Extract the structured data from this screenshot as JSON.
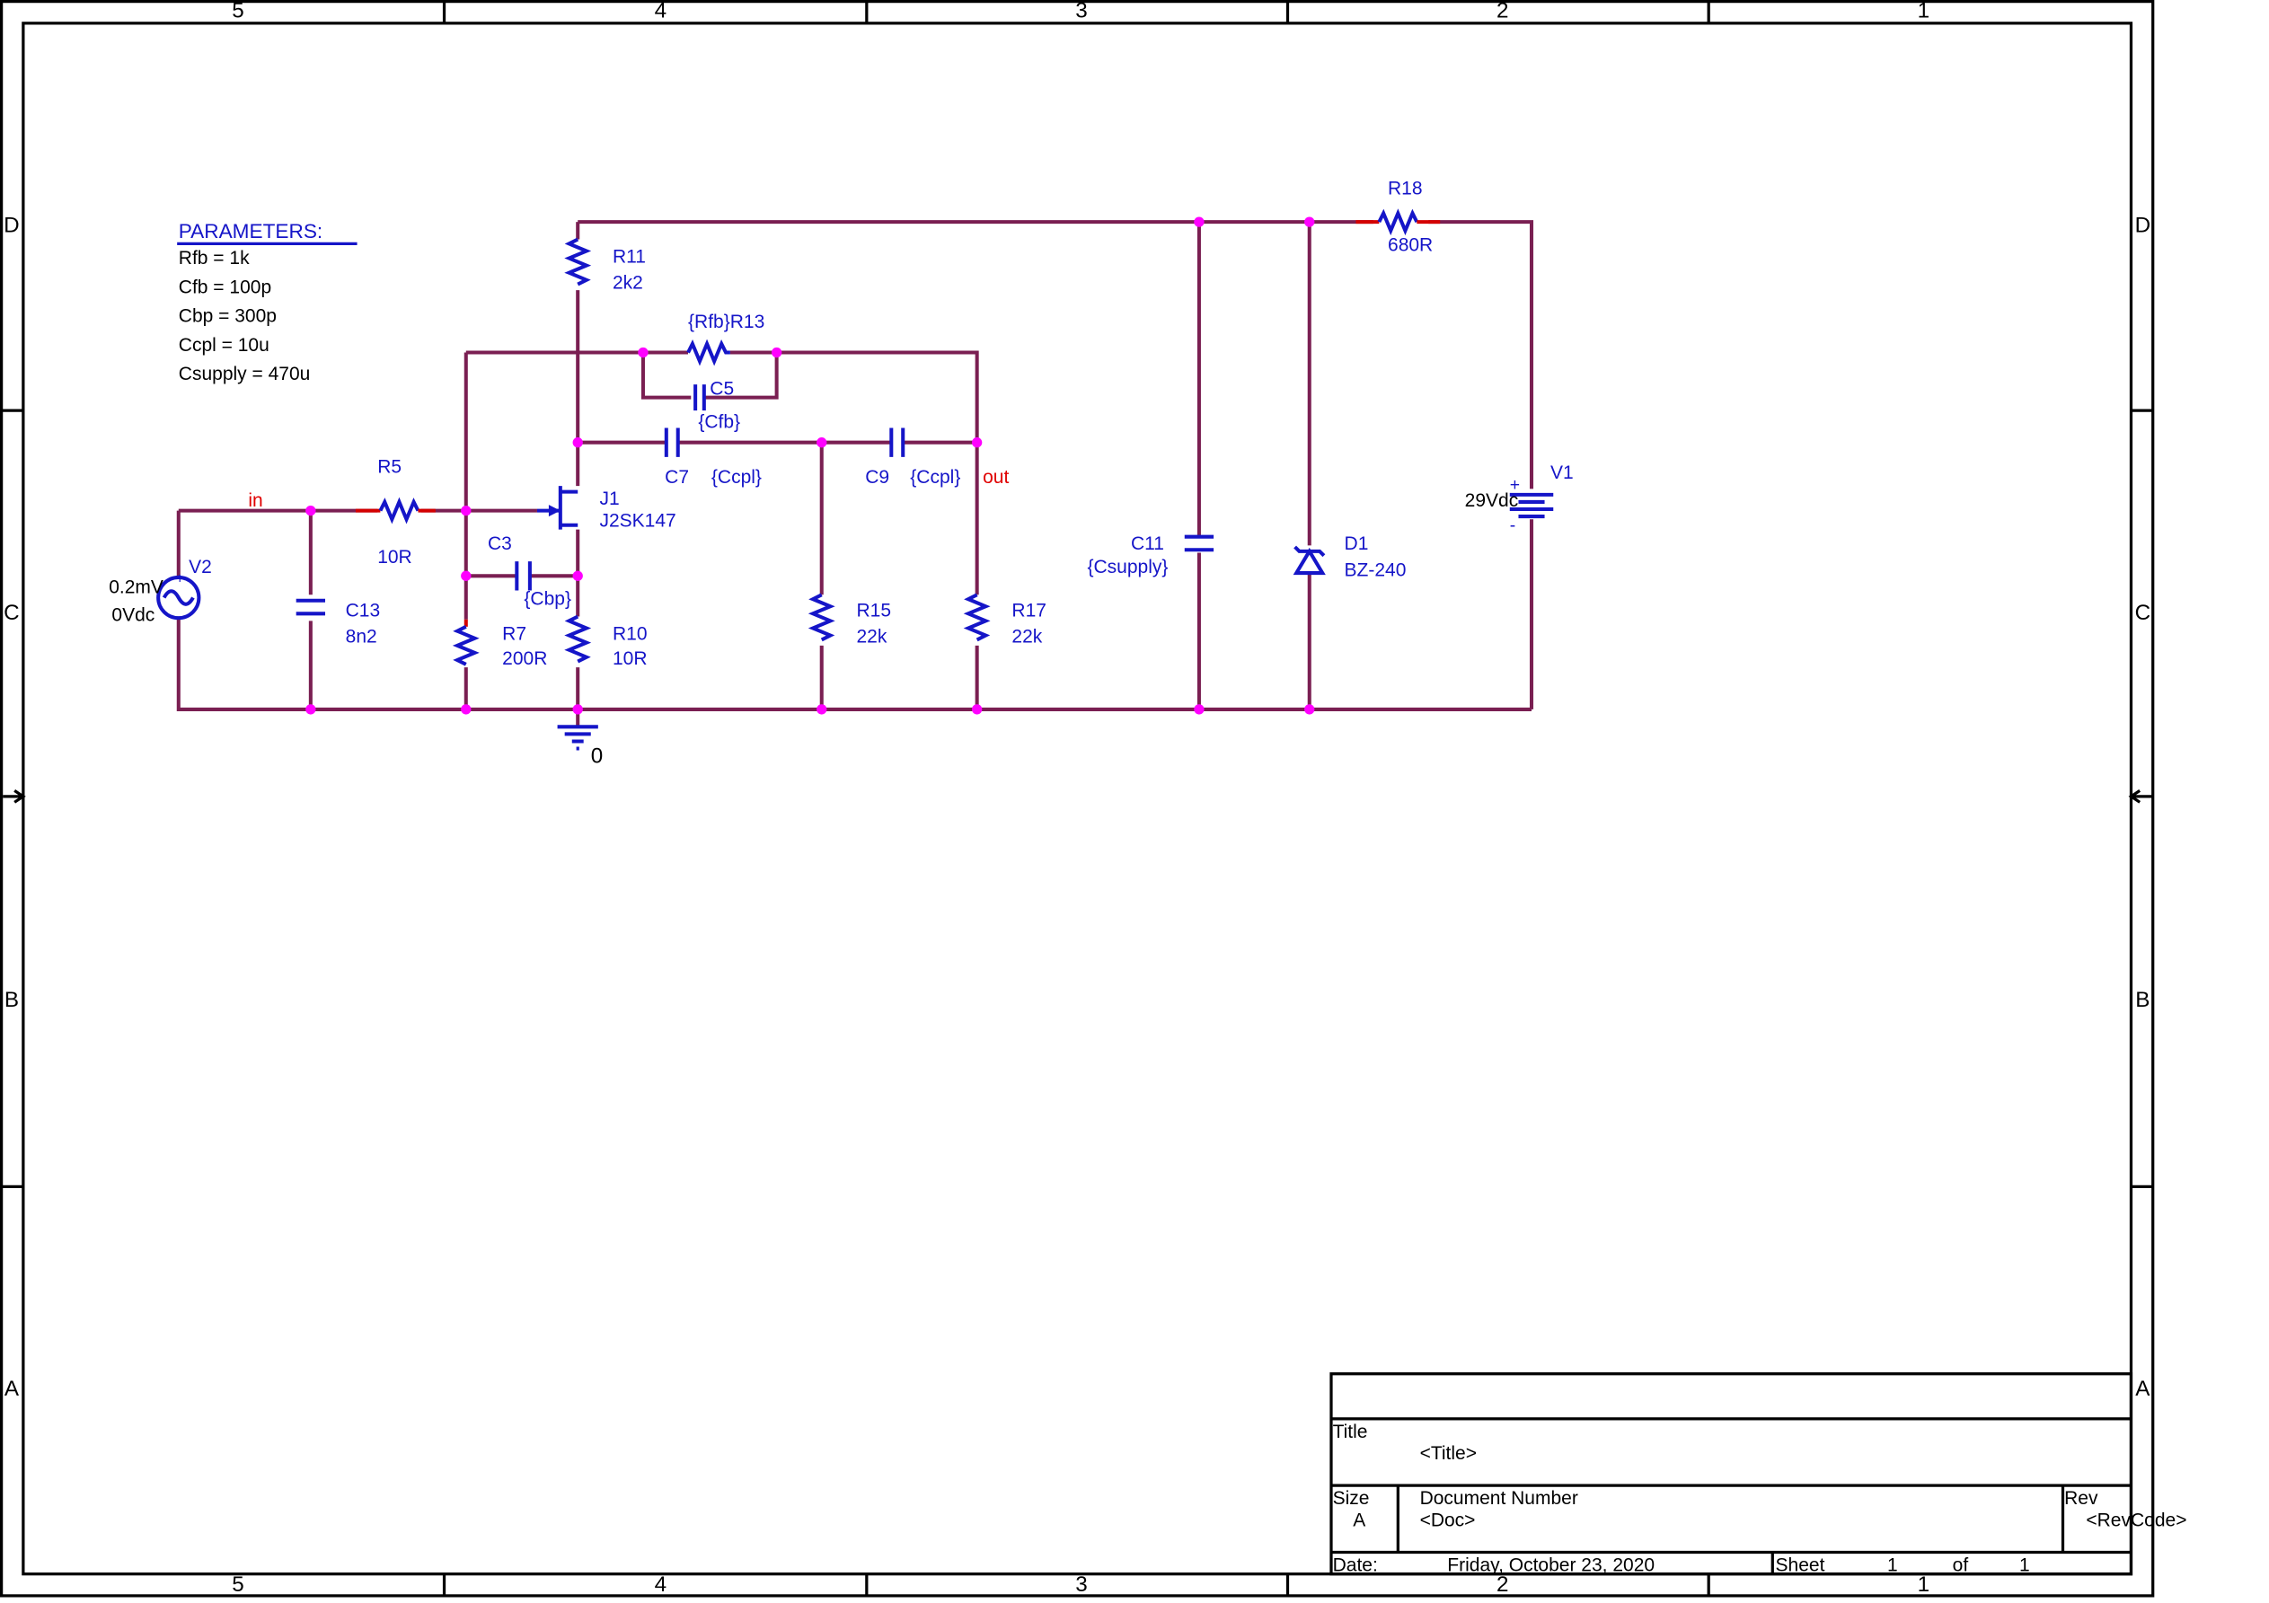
{
  "frame": {
    "columns": [
      "5",
      "4",
      "3",
      "2",
      "1"
    ],
    "rows": [
      "D",
      "C",
      "B",
      "A"
    ]
  },
  "parameters": {
    "title": "PARAMETERS:",
    "lines": [
      "Rfb = 1k",
      "Cfb = 100p",
      "Cbp = 300p",
      "Ccpl = 10u",
      "Csupply = 470u"
    ]
  },
  "components": {
    "R5": {
      "ref": "R5",
      "value": "10R"
    },
    "R7": {
      "ref": "R7",
      "value": "200R"
    },
    "R10": {
      "ref": "R10",
      "value": "10R"
    },
    "R11": {
      "ref": "R11",
      "value": "2k2"
    },
    "R13": {
      "ref": "{Rfb}R13"
    },
    "R15": {
      "ref": "R15",
      "value": "22k"
    },
    "R17": {
      "ref": "R17",
      "value": "22k"
    },
    "R18": {
      "ref": "R18",
      "value": "680R"
    },
    "C3": {
      "ref": "C3",
      "value": "{Cbp}"
    },
    "C5": {
      "ref": "C5",
      "value": "{Cfb}"
    },
    "C7": {
      "ref": "C7",
      "value": "{Ccpl}"
    },
    "C9": {
      "ref": "C9",
      "value": "{Ccpl}"
    },
    "C11": {
      "ref": "C11",
      "value": "{Csupply}"
    },
    "C13": {
      "ref": "C13",
      "value": "8n2"
    },
    "J1": {
      "ref": "J1",
      "value": "J2SK147"
    },
    "D1": {
      "ref": "D1",
      "value": "BZ-240"
    },
    "V1": {
      "ref": "V1",
      "value": "29Vdc"
    },
    "V2": {
      "ref": "V2",
      "ac": "0.2mV",
      "dc": "0Vdc"
    }
  },
  "nets": {
    "in": "in",
    "out": "out",
    "ground": "0"
  },
  "titleblock": {
    "title_label": "Title",
    "title_value": "<Title>",
    "size_label": "Size",
    "size_value": "A",
    "doc_label": "Document Number",
    "doc_value": "<Doc>",
    "rev_label": "Rev",
    "rev_value": "<RevCode>",
    "date_label": "Date:",
    "date_value": "Friday, October 23, 2020",
    "sheet_label": "Sheet",
    "sheet_num": "1",
    "of_label": "of",
    "sheet_total": "1"
  },
  "colors": {
    "wire": "#7a1f52",
    "component": "#1515c8",
    "junction": "#ff00ff",
    "net_label": "#e00000"
  }
}
